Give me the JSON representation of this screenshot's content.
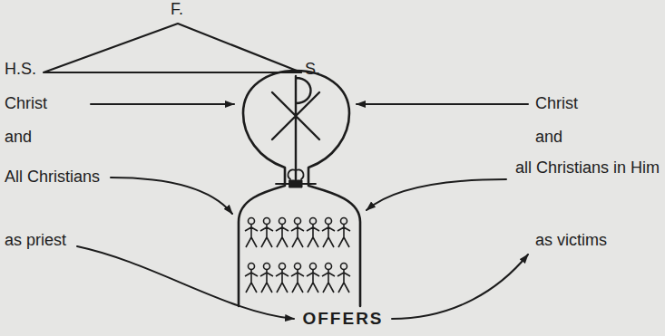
{
  "diagram": {
    "labels": [
      "F.",
      "H.S.",
      "S.",
      "Christ",
      "and",
      "All Christians",
      "as priest",
      "Christ",
      "and",
      "all Christians in Him",
      "as victims",
      "OFFERS"
    ]
  }
}
